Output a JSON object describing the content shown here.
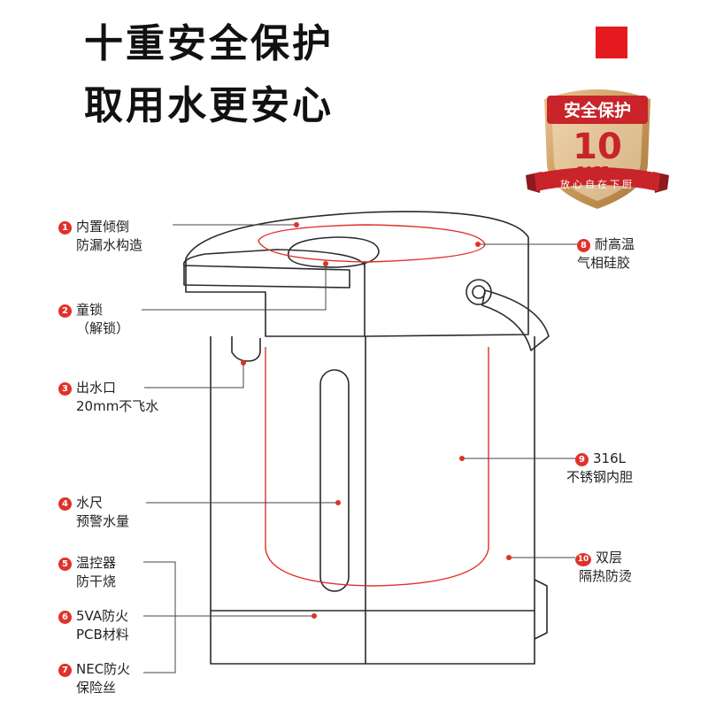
{
  "headline": {
    "line1": "十重安全保护",
    "line2": "取用水更安心"
  },
  "badge": {
    "top": "安全保护",
    "number": "10",
    "sub": "SAFE+",
    "ribbon": "放心自在下厨"
  },
  "colors": {
    "accent": "#e0312b",
    "gold": "#c99a5b",
    "outline": "#2a2a2a"
  },
  "features": [
    {
      "number": "1",
      "line1": "内置倾倒",
      "line2": "防漏水构造"
    },
    {
      "number": "2",
      "line1": "童锁",
      "line2": "（解锁）"
    },
    {
      "number": "3",
      "line1": "出水口",
      "line2": "20mm不飞水"
    },
    {
      "number": "4",
      "line1": "水尺",
      "line2": "预警水量"
    },
    {
      "number": "5",
      "line1": "温控器",
      "line2": "防干烧"
    },
    {
      "number": "6",
      "line1": "5VA防火",
      "line2": "PCB材料"
    },
    {
      "number": "7",
      "line1": "NEC防火",
      "line2": "保险丝"
    },
    {
      "number": "8",
      "line1": "耐高温",
      "line2": "气相硅胶"
    },
    {
      "number": "9",
      "line1": "316L",
      "line2": "不锈钢内胆"
    },
    {
      "number": "10",
      "line1": "双层",
      "line2": "隔热防烫"
    }
  ]
}
